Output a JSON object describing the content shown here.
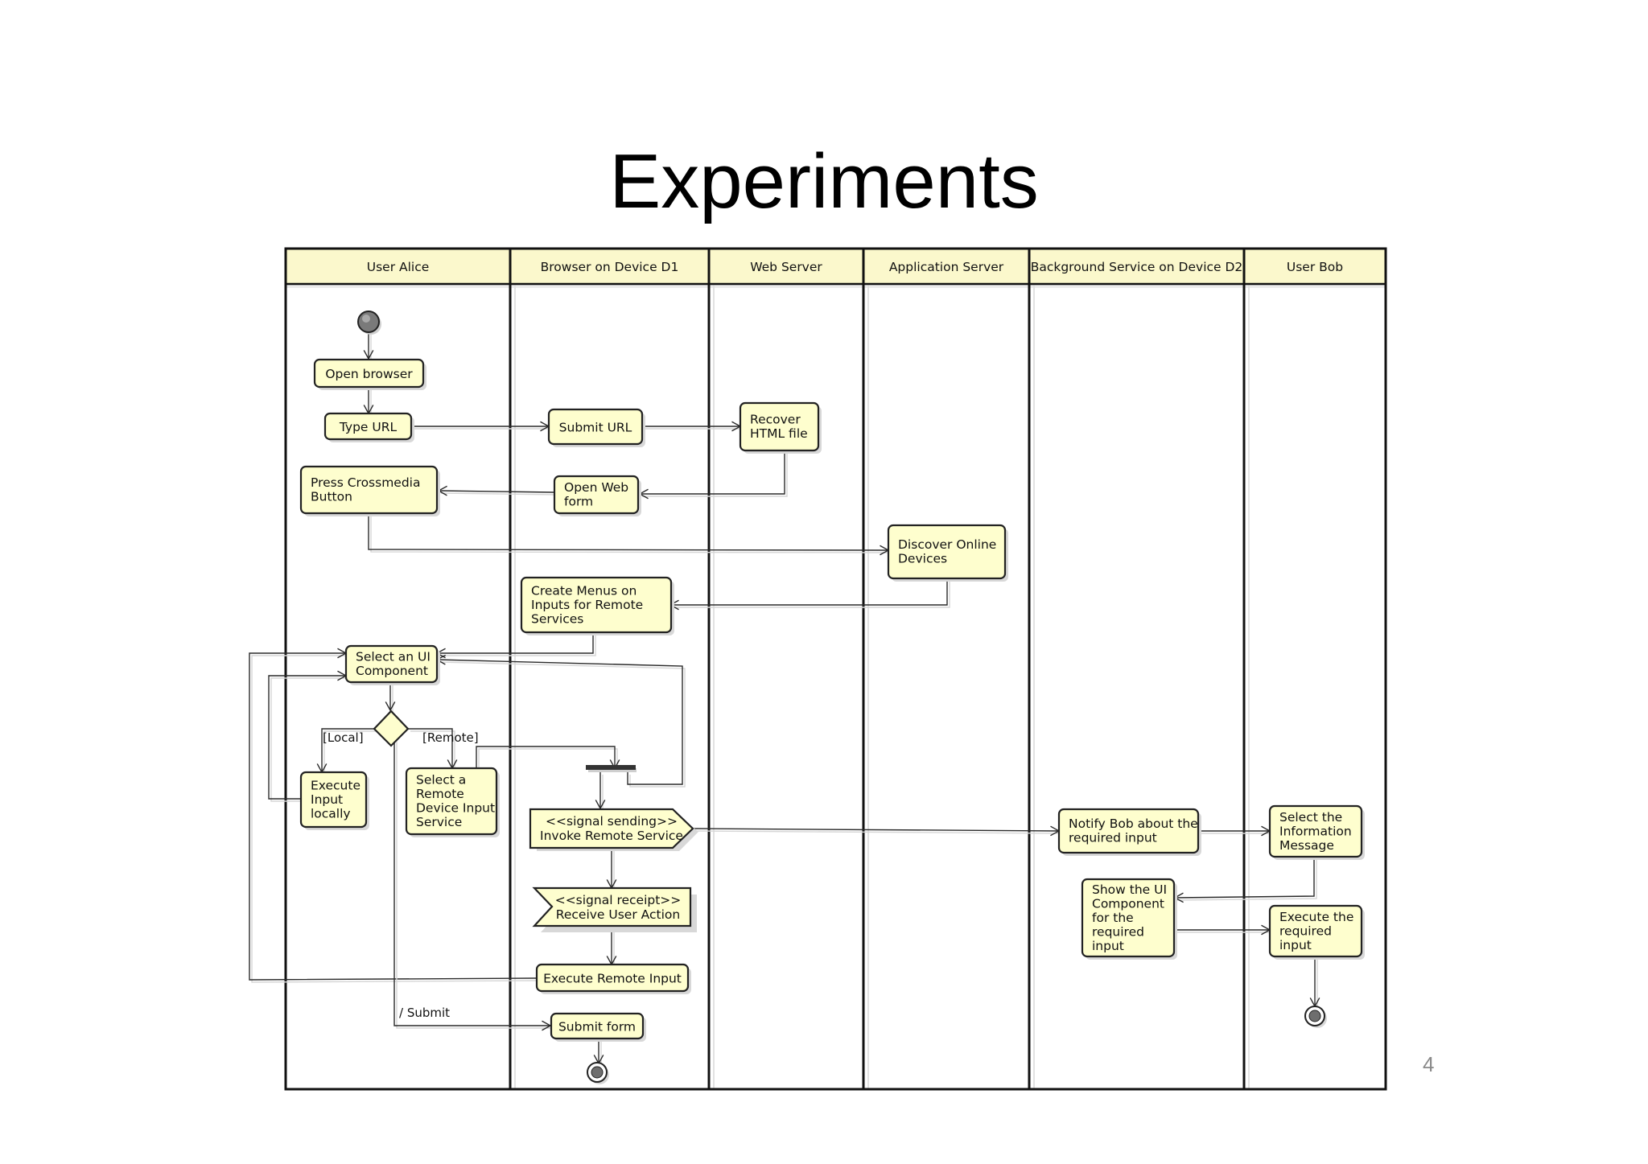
{
  "slide": {
    "title": "Experiments",
    "page_number": "4"
  },
  "swimlanes": [
    "User Alice",
    "Browser on Device D1",
    "Web Server",
    "Application Server",
    "Background Service on Device D2",
    "User Bob"
  ],
  "nodes": {
    "open_browser": [
      "Open browser"
    ],
    "type_url": [
      "Type URL"
    ],
    "submit_url": [
      "Submit URL"
    ],
    "recover_html": [
      "Recover",
      "HTML file"
    ],
    "press_crossmedia": [
      "Press Crossmedia",
      "Button"
    ],
    "open_web_form": [
      "Open Web",
      "form"
    ],
    "discover_devices": [
      "Discover Online",
      "Devices"
    ],
    "create_menus": [
      "Create Menus on",
      "Inputs for Remote",
      "Services"
    ],
    "select_ui": [
      "Select an UI",
      "Component"
    ],
    "execute_local": [
      "Execute",
      "Input",
      "locally"
    ],
    "select_remote": [
      "Select a",
      "Remote",
      "Device Input",
      "Service"
    ],
    "invoke_remote": [
      "<<signal sending>>",
      "Invoke Remote Service"
    ],
    "receive_action": [
      "<<signal receipt>>",
      "Receive User Action"
    ],
    "execute_remote": [
      "Execute Remote Input"
    ],
    "submit_form": [
      "Submit form"
    ],
    "notify_bob": [
      "Notify Bob about the",
      "required input"
    ],
    "select_info": [
      "Select the",
      "Information",
      "Message"
    ],
    "show_ui": [
      "Show the UI",
      "Component",
      "for the",
      "required",
      "input"
    ],
    "execute_required": [
      "Execute the",
      "required",
      "input"
    ]
  },
  "guards": {
    "local": "[Local]",
    "remote": "[Remote]",
    "submit": "/ Submit"
  },
  "colors": {
    "node_fill": "#fefece",
    "lane_header_fill": "#fbf8cc",
    "border": "#222222"
  }
}
